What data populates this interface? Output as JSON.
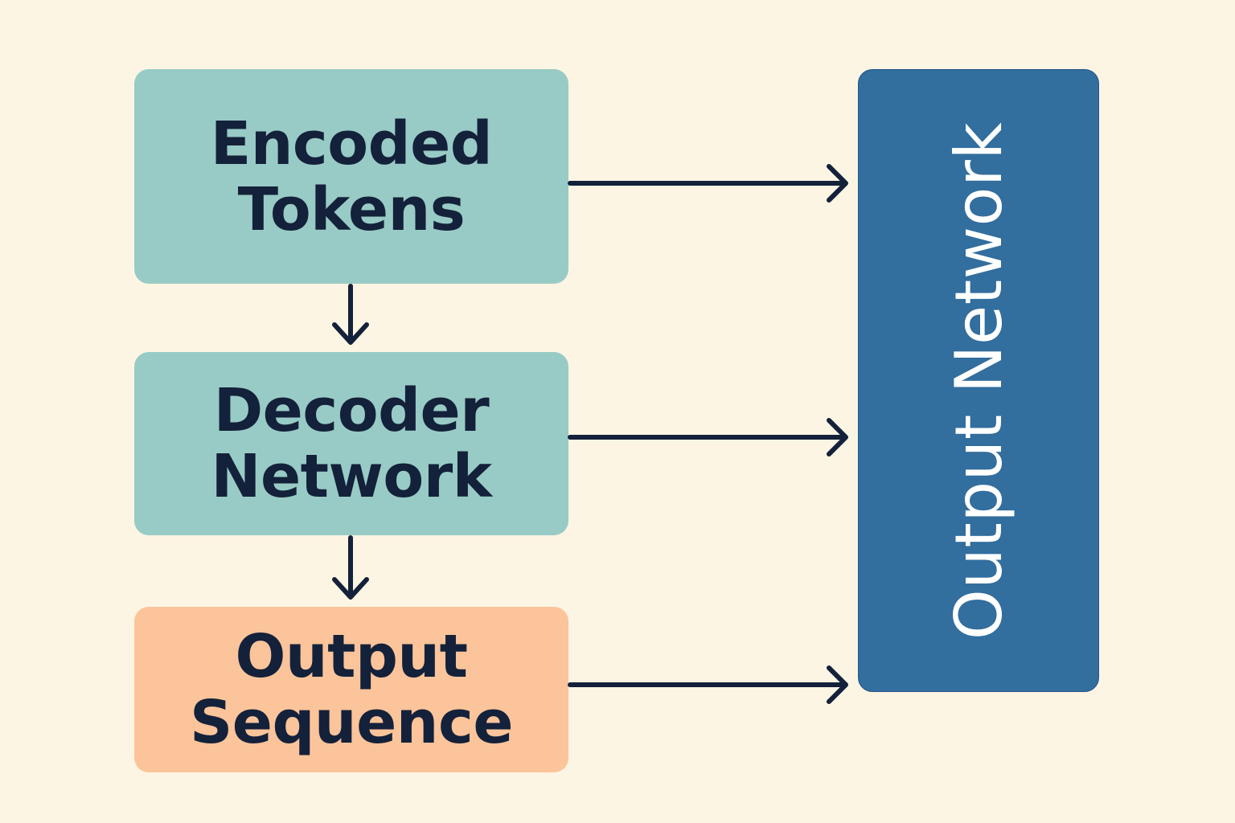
{
  "colors": {
    "background": "#FDF5E3",
    "teal_box": "#98CBC5",
    "orange_box": "#FCC49A",
    "blue_box": "#326E9E",
    "text_dark": "#14213A",
    "text_light": "#FFFFFF",
    "arrow": "#14213A"
  },
  "nodes": {
    "encoded_tokens": {
      "lines": [
        "Encoded",
        "Tokens"
      ]
    },
    "decoder_network": {
      "lines": [
        "Decoder",
        "Network"
      ]
    },
    "output_sequence": {
      "lines": [
        "Output",
        "Sequence"
      ]
    },
    "output_network": {
      "label": "Output Network"
    }
  },
  "edges": [
    {
      "from": "encoded_tokens",
      "to": "decoder_network"
    },
    {
      "from": "decoder_network",
      "to": "output_sequence"
    },
    {
      "from": "encoded_tokens",
      "to": "output_network"
    },
    {
      "from": "decoder_network",
      "to": "output_network"
    },
    {
      "from": "output_sequence",
      "to": "output_network"
    }
  ]
}
